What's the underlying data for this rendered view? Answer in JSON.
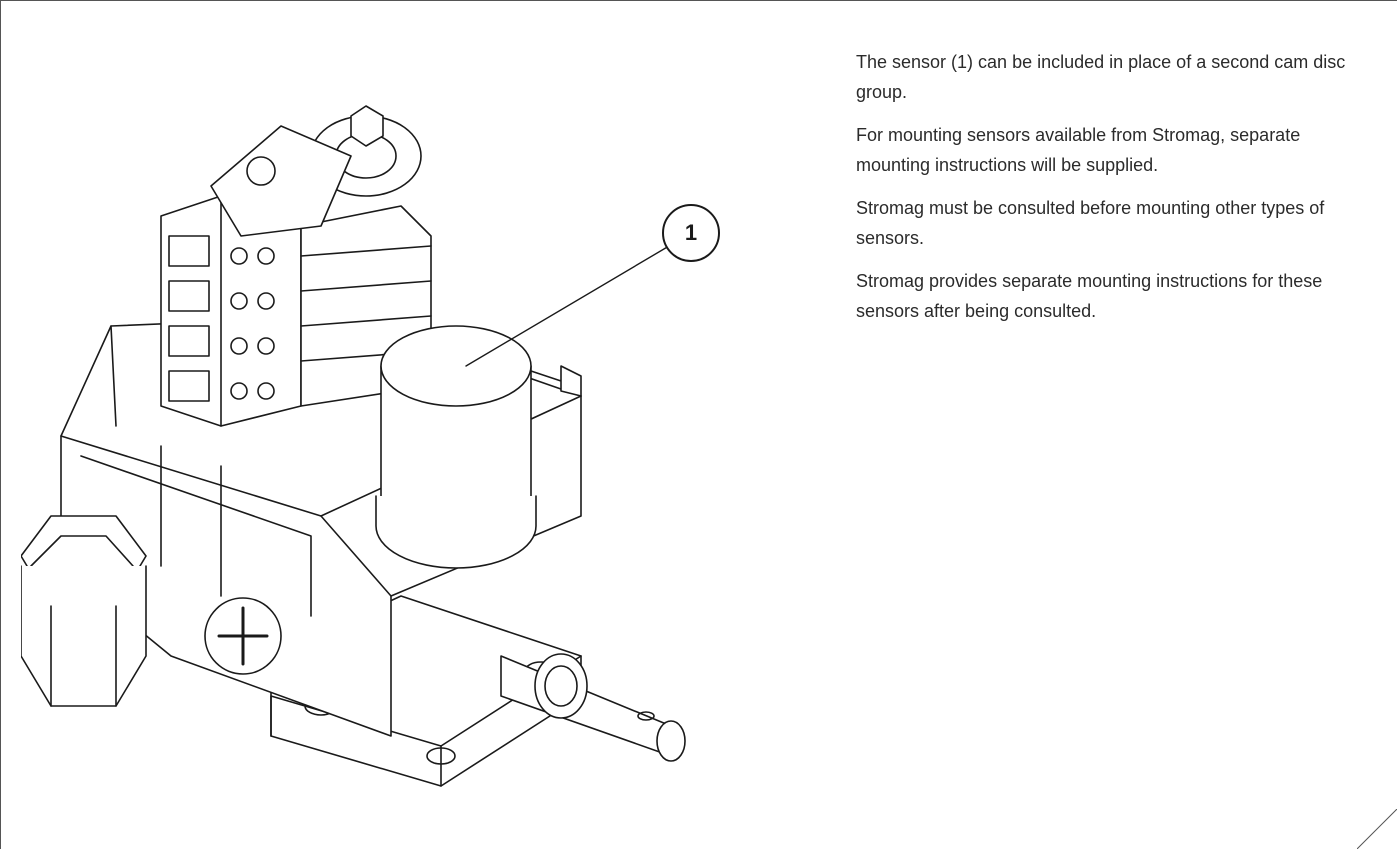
{
  "figure": {
    "callout_number": "1"
  },
  "description": {
    "paragraphs": [
      "The sensor (1) can be included in place of a second cam disc group.",
      "For mounting sensors available from Stromag, separate mounting instructions will be supplied.",
      "Stromag must be consulted before mounting other types of sensors.",
      "Stromag provides separate mounting instructions for these sensors after being consulted."
    ]
  },
  "colors": {
    "line": "#1a1a1a",
    "text": "#2b2b2b",
    "border": "#555555"
  }
}
